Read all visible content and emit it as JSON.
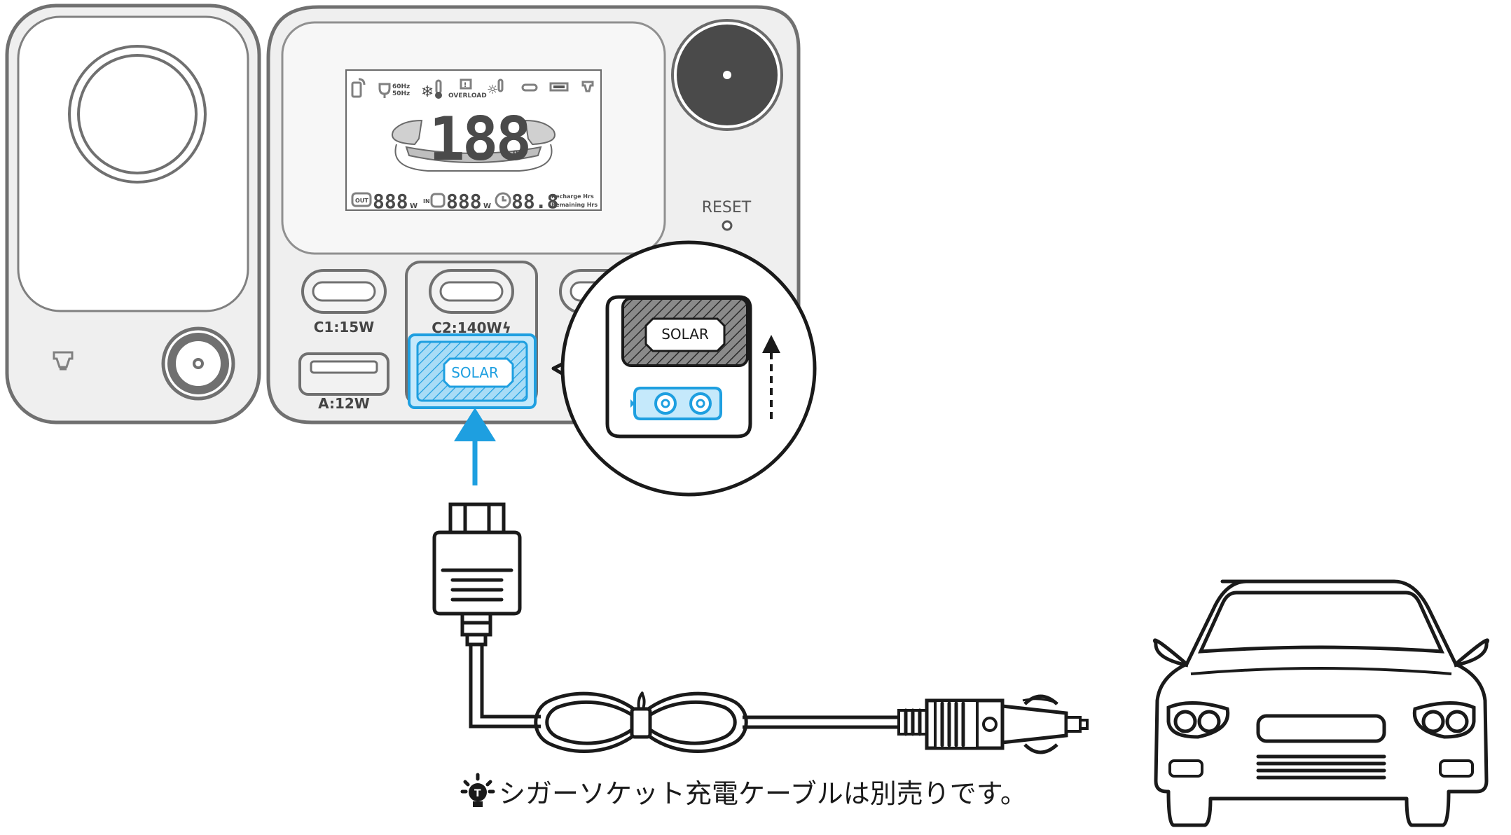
{
  "device": {
    "port_labels": {
      "c1": "C1:15W",
      "c2": "C2:140Wϟ",
      "a": "A:12W",
      "reset": "RESET"
    },
    "display": {
      "freq_top": "60Hz",
      "freq_bottom": "50Hz",
      "overload": "OVERLOAD",
      "percent_digits": "188",
      "percent_unit": "%",
      "out_label": "OUT",
      "in_label": "IN",
      "out_watts": "888",
      "in_watts": "888",
      "watt_unit": "W",
      "time_digits": "88.8",
      "recharge_label": "Recharge Hrs",
      "remaining_label": "Remaining Hrs"
    },
    "solar_port_label": "SOLAR"
  },
  "callout": {
    "solar_label": "SOLAR"
  },
  "note": {
    "text": "シガーソケット充電ケーブルは別売りです。"
  },
  "colors": {
    "highlight": "#1e9fe0",
    "outline_dark": "#1a1a1a",
    "device_gray": "#707070",
    "device_fill": "#efefef"
  },
  "icons": [
    "lightbulb-icon",
    "phone-icon",
    "plug-icon",
    "snowflake-icon",
    "thermometer-icon",
    "sun-icon",
    "usb-c-icon",
    "usb-a-icon",
    "car-port-icon",
    "clock-icon",
    "arrow-up-icon"
  ]
}
